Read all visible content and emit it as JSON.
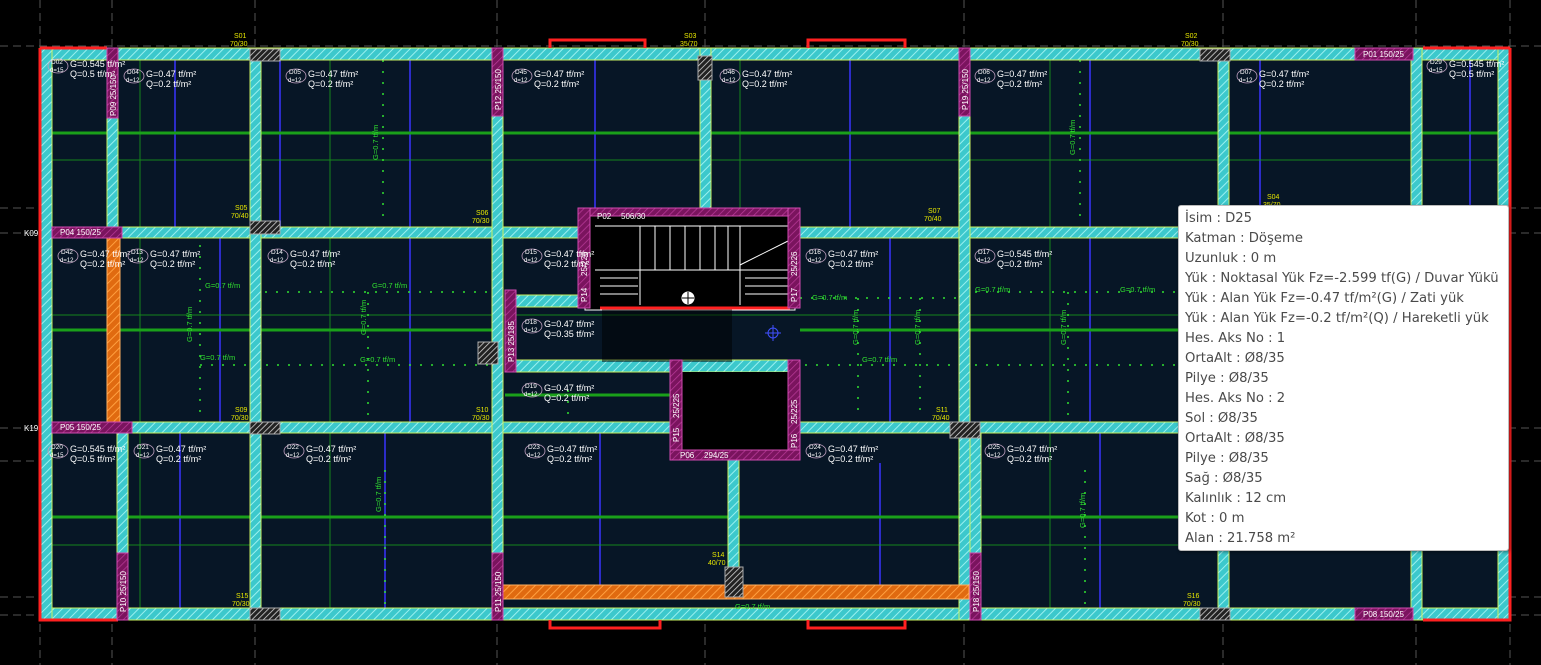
{
  "colors": {
    "background": "#000000",
    "slab_fill": "#071626",
    "beam": "#44d8d8",
    "beam_edge": "#c8f060",
    "column": "#8a1a6a",
    "wall": "#ff2020",
    "orange_beam": "#f07820",
    "green_line": "#1aa01a",
    "blue_line": "#2c2cc8",
    "line_load": "#30e030",
    "text_white": "#ffffff",
    "text_yellow": "#e8e800"
  },
  "axes": {
    "left": [
      "K09",
      "K19"
    ]
  },
  "columns": {
    "p01": "P01 150/25",
    "p02": "P02",
    "p02_dim": "506/30",
    "p04": "P04 150/25",
    "p05": "P05 150/25",
    "p06": "P06",
    "p06_dim": "294/25",
    "p08": "P08 150/25",
    "p09": "P09 25/150",
    "p10": "P10 25/150",
    "p11": "P11 25/150",
    "p12": "P12 25/150",
    "p13": "P13 25/185",
    "p14": "P14",
    "p14_dim": "25/226",
    "p15": "P15",
    "p15_dim": "25/225",
    "p16": "P16",
    "p16_dim": "25/225",
    "p17": "P17",
    "p17_dim": "25/226",
    "p18": "P18 25/150",
    "p19": "P19 25/150"
  },
  "beams": [
    {
      "id": "s01",
      "name": "S01",
      "dim": "70/30"
    },
    {
      "id": "s03",
      "name": "S03",
      "dim": "35/70"
    },
    {
      "id": "s02",
      "name": "S02",
      "dim": "70/30"
    },
    {
      "id": "s04",
      "name": "S04",
      "dim": "35/70"
    },
    {
      "id": "s05",
      "name": "S05",
      "dim": "70/40"
    },
    {
      "id": "s06",
      "name": "S06",
      "dim": "70/30"
    },
    {
      "id": "s07",
      "name": "S07",
      "dim": "70/40"
    },
    {
      "id": "s09",
      "name": "S09",
      "dim": "70/30"
    },
    {
      "id": "s10",
      "name": "S10",
      "dim": "70/30"
    },
    {
      "id": "s11",
      "name": "S11",
      "dim": "70/40"
    },
    {
      "id": "s14",
      "name": "S14",
      "dim": "40/70"
    },
    {
      "id": "s15",
      "name": "S15",
      "dim": "70/30"
    },
    {
      "id": "s16",
      "name": "S16",
      "dim": "70/30"
    }
  ],
  "slabs": [
    {
      "id": "d02",
      "name": "D02",
      "thk": "d=15",
      "g": "G=0.545 tf/m²",
      "q": "Q=0.5 tf/m²"
    },
    {
      "id": "d04",
      "name": "D04",
      "thk": "d=12",
      "g": "G=0.47 tf/m²",
      "q": "Q=0.2 tf/m²"
    },
    {
      "id": "d05",
      "name": "D05",
      "thk": "d=12",
      "g": "G=0.47 tf/m²",
      "q": "Q=0.2 tf/m²"
    },
    {
      "id": "d45",
      "name": "D45",
      "thk": "d=12",
      "g": "G=0.47 tf/m²",
      "q": "Q=0.2 tf/m²"
    },
    {
      "id": "d46",
      "name": "D46",
      "thk": "d=12",
      "g": "G=0.47 tf/m²",
      "q": "Q=0.2 tf/m²"
    },
    {
      "id": "d06",
      "name": "D06",
      "thk": "d=12",
      "g": "G=0.47 tf/m²",
      "q": "Q=0.2 tf/m²"
    },
    {
      "id": "d07",
      "name": "D07",
      "thk": "d=12",
      "g": "G=0.47 tf/m²",
      "q": "Q=0.2 tf/m²"
    },
    {
      "id": "d29",
      "name": "D29",
      "thk": "d=15",
      "g": "G=0.545 tf/m²",
      "q": "Q=0.5 tf/m²"
    },
    {
      "id": "d42",
      "name": "D42",
      "thk": "d=12",
      "g": "G=0.47 tf/m²",
      "q": "Q=0.2 tf/m²"
    },
    {
      "id": "d13",
      "name": "D13",
      "thk": "d=12",
      "g": "G=0.47 tf/m²",
      "q": "Q=0.2 tf/m²"
    },
    {
      "id": "d14",
      "name": "D14",
      "thk": "d=12",
      "g": "G=0.47 tf/m²",
      "q": "Q=0.2 tf/m²"
    },
    {
      "id": "d15",
      "name": "D15",
      "thk": "d=12",
      "g": "G=0.47 tf/m²",
      "q": "Q=0.2 tf/m²"
    },
    {
      "id": "d16",
      "name": "D16",
      "thk": "d=12",
      "g": "G=0.47 tf/m²",
      "q": "Q=0.2 tf/m²"
    },
    {
      "id": "d17",
      "name": "D17",
      "thk": "d=12",
      "g": "G=0.545 tf/m²",
      "q": "Q=0.2 tf/m²"
    },
    {
      "id": "d18",
      "name": "D18",
      "thk": "d=12",
      "g": "G=0.47 tf/m²",
      "q": "Q=0.35 tf/m²"
    },
    {
      "id": "d19",
      "name": "D19",
      "thk": "d=12",
      "g": "G=0.47 tf/m²",
      "q": "Q=0.2 tf/m²"
    },
    {
      "id": "d20",
      "name": "D20",
      "thk": "d=15",
      "g": "G=0.545 tf/m²",
      "q": "Q=0.5 tf/m²"
    },
    {
      "id": "d21",
      "name": "D21",
      "thk": "d=12",
      "g": "G=0.47 tf/m²",
      "q": "Q=0.2 tf/m²"
    },
    {
      "id": "d22",
      "name": "D22",
      "thk": "d=12",
      "g": "G=0.47 tf/m²",
      "q": "Q=0.2 tf/m²"
    },
    {
      "id": "d23",
      "name": "D23",
      "thk": "d=12",
      "g": "G=0.47 tf/m²",
      "q": "Q=0.2 tf/m²"
    },
    {
      "id": "d24",
      "name": "D24",
      "thk": "d=12",
      "g": "G=0.47 tf/m²",
      "q": "Q=0.2 tf/m²"
    },
    {
      "id": "d25",
      "name": "D25",
      "thk": "d=12",
      "g": "G=0.47 tf/m²",
      "q": "Q=0.2 tf/m²"
    }
  ],
  "line_load_label": "G=0.7 tf/m",
  "tooltip": {
    "lines": [
      "İsim : D25",
      "Katman : Döşeme",
      "Uzunluk : 0 m",
      "Yük : Noktasal Yük Fz=-2.599 tf(G)  /  Duvar Yükü",
      "Yük : Alan Yük Fz=-0.47 tf/m²(G)  /  Zati yük",
      "Yük : Alan Yük Fz=-0.2 tf/m²(Q)  /  Hareketli yük",
      "Hes. Aks No : 1",
      "OrtaAlt : Ø8/35",
      "Pilye : Ø8/35",
      "Hes. Aks No : 2",
      "Sol : Ø8/35",
      "OrtaAlt : Ø8/35",
      "Pilye : Ø8/35",
      "Sağ : Ø8/35",
      "Kalınlık : 12 cm",
      "Kot : 0 m",
      "Alan : 21.758 m²"
    ]
  }
}
